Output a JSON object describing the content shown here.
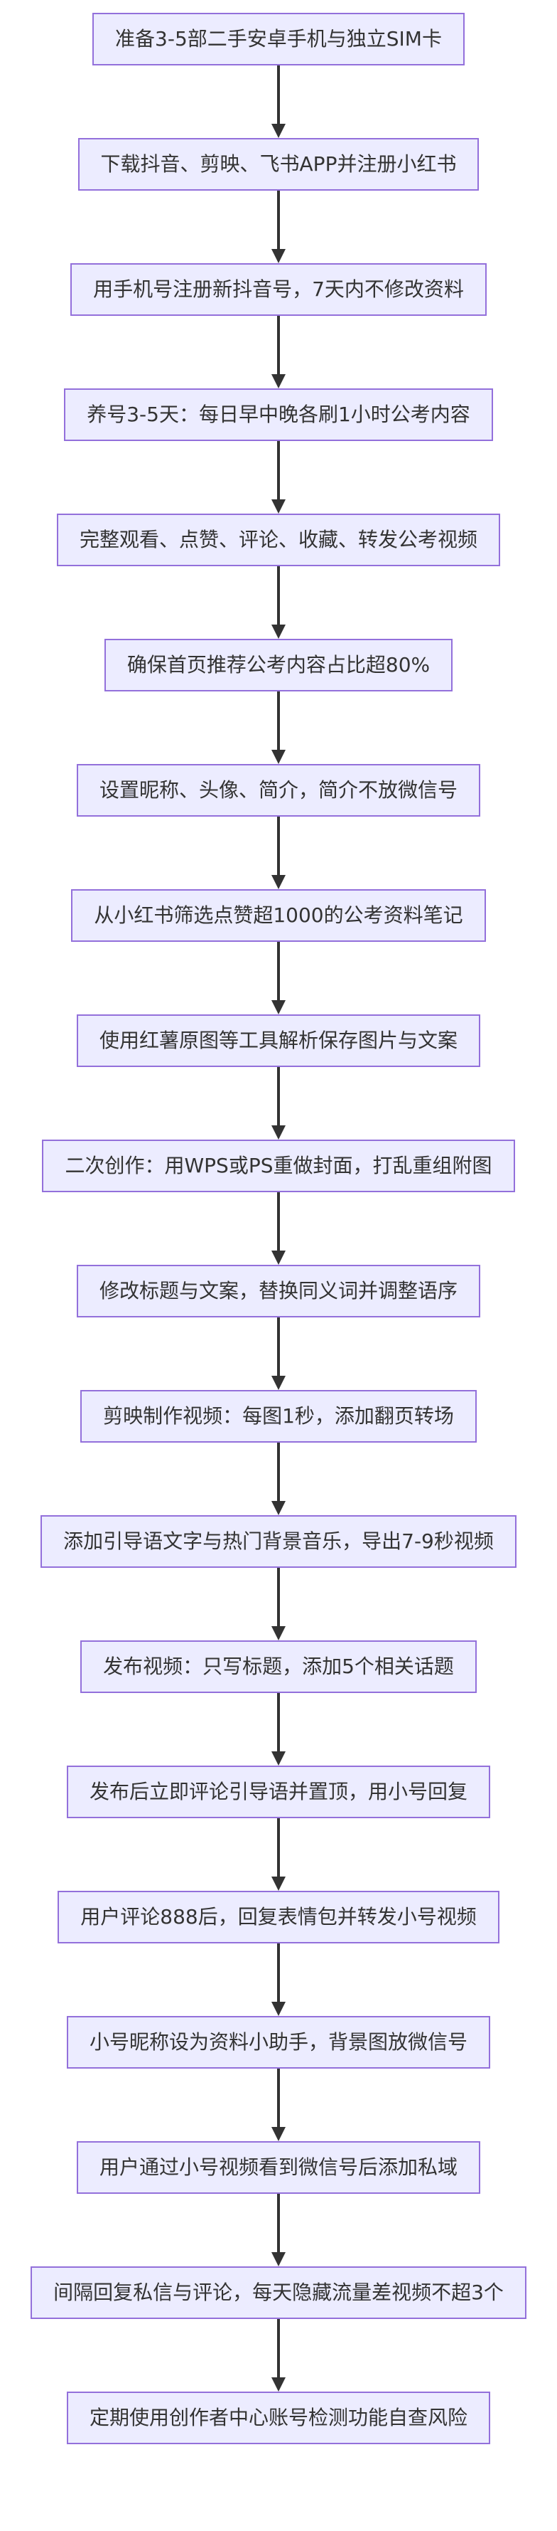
{
  "diagram": {
    "type": "flowchart",
    "direction": "top-to-bottom",
    "colors": {
      "node_fill": "#ECECFF",
      "node_border": "#9370DB",
      "text": "#333333",
      "arrow": "#333333"
    },
    "steps": [
      {
        "label": "准备3-5部二手安卓手机与独立SIM卡"
      },
      {
        "label": "下载抖音、剪映、飞书APP并注册小红书"
      },
      {
        "label": "用手机号注册新抖音号，7天内不修改资料"
      },
      {
        "label": "养号3-5天：每日早中晚各刷1小时公考内容"
      },
      {
        "label": "完整观看、点赞、评论、收藏、转发公考视频"
      },
      {
        "label": "确保首页推荐公考内容占比超80%"
      },
      {
        "label": "设置昵称、头像、简介，简介不放微信号"
      },
      {
        "label": "从小红书筛选点赞超1000的公考资料笔记"
      },
      {
        "label": "使用红薯原图等工具解析保存图片与文案"
      },
      {
        "label": "二次创作：用WPS或PS重做封面，打乱重组附图"
      },
      {
        "label": "修改标题与文案，替换同义词并调整语序"
      },
      {
        "label": "剪映制作视频：每图1秒，添加翻页转场"
      },
      {
        "label": "添加引导语文字与热门背景音乐，导出7-9秒视频"
      },
      {
        "label": "发布视频：只写标题，添加5个相关话题"
      },
      {
        "label": "发布后立即评论引导语并置顶，用小号回复"
      },
      {
        "label": "用户评论888后，回复表情包并转发小号视频"
      },
      {
        "label": "小号昵称设为资料小助手，背景图放微信号"
      },
      {
        "label": "用户通过小号视频看到微信号后添加私域"
      },
      {
        "label": "间隔回复私信与评论，每天隐藏流量差视频不超3个"
      },
      {
        "label": "定期使用创作者中心账号检测功能自查风险"
      }
    ]
  }
}
